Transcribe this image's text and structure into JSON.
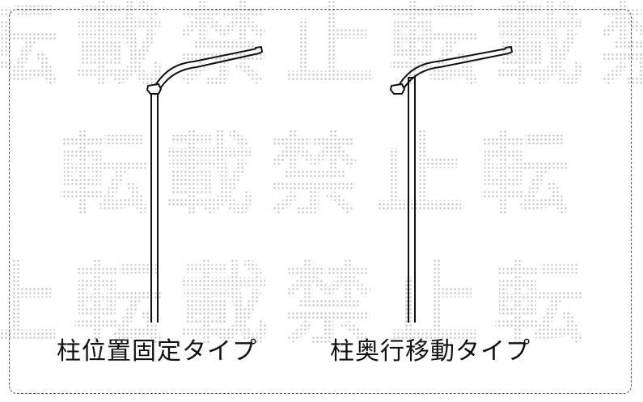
{
  "watermark": {
    "row1": "転載禁止転載禁",
    "row2": "転載禁止転",
    "row3": "止転載禁止転"
  },
  "captions": {
    "fixed": "柱位置固定タイプ",
    "movable": "柱奥行移動タイプ"
  },
  "colors": {
    "line": "#111111",
    "frame": "#555555",
    "watermark": "#c9c9c9"
  }
}
